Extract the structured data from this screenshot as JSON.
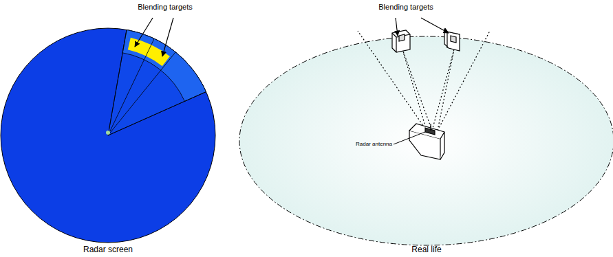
{
  "diagram": {
    "labels": [
      "Blending targets",
      "Blending targets",
      "Radar antenna",
      "Radar screen",
      "Real life"
    ]
  }
}
